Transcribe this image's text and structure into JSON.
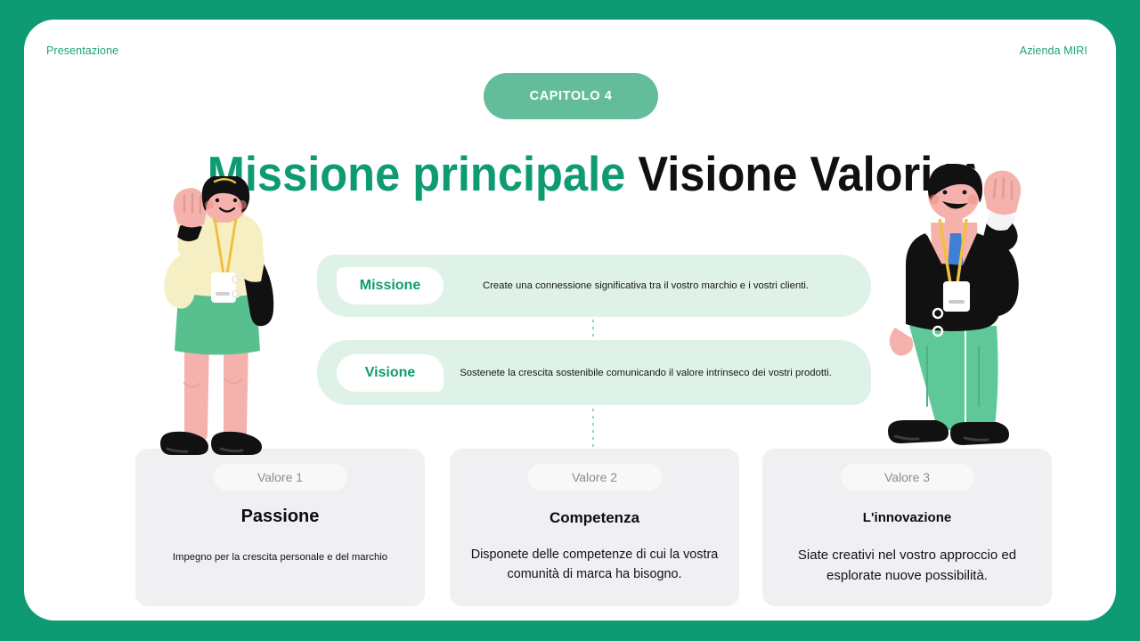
{
  "theme": {
    "background_green": "#0e9a72",
    "card_white": "#ffffff",
    "accent_green": "#0f9b72",
    "soft_green": "#dff2e8",
    "value_card_grey": "#f0f0f2",
    "badge_grey_text": "#8b8b92"
  },
  "header": {
    "left_label": "Presentazione",
    "right_label": "Azienda MIRI"
  },
  "chapter": {
    "badge_label": "CAPITOLO 4"
  },
  "title": {
    "green_part": "Missione principale",
    "black_part": "Visione Valori"
  },
  "statements": [
    {
      "pill_label": "Missione",
      "text": "Create una connessione significativa tra il vostro marchio e i vostri clienti."
    },
    {
      "pill_label": "Visione",
      "text": "Sostenete la crescita sostenibile comunicando il valore intrinseco dei vostri prodotti."
    }
  ],
  "values": [
    {
      "badge": "Valore 1",
      "title": "Passione",
      "description": "Impegno per la crescita personale e del marchio"
    },
    {
      "badge": "Valore 2",
      "title": "Competenza",
      "description": "Disponete delle competenze di cui la vostra comunità di marca ha bisogno."
    },
    {
      "badge": "Valore 3",
      "title": "L'innovazione",
      "description": "Siate creativi nel vostro approccio ed esplorate nuove possibilità."
    }
  ],
  "illustrations": {
    "left": "woman-waving-with-badge",
    "right": "man-waving-with-badge"
  }
}
